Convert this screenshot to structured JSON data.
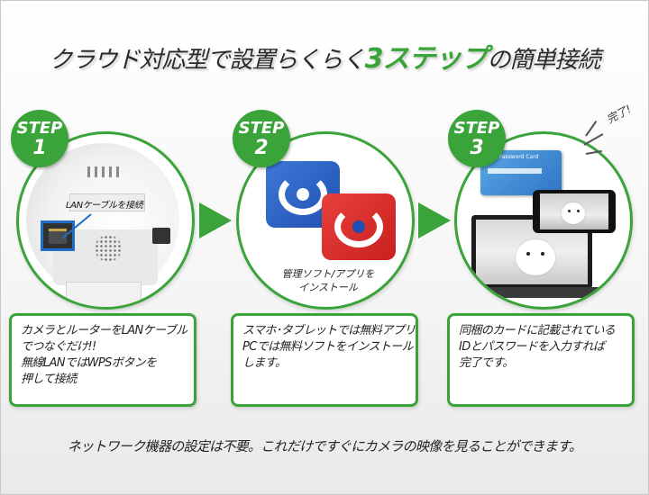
{
  "title": {
    "pre": "クラウド対応型で設置らくらく",
    "highlight": "3ステップ",
    "post": "の簡単接続"
  },
  "steps": [
    {
      "label": "STEP",
      "number": "1",
      "callout": "LANケーブルを接続",
      "lines": [
        "カメラとルーターをLANケーブル",
        "でつなぐだけ!!",
        "無線LANではWPSボタンを",
        "押して接続"
      ]
    },
    {
      "label": "STEP",
      "number": "2",
      "app_caption": [
        "管理ソフト/アプリを",
        "インストール"
      ],
      "lines": [
        "スマホ･タブレットでは無料アプリ",
        "PCでは無料ソフトをインストール",
        "します。"
      ]
    },
    {
      "label": "STEP",
      "number": "3",
      "card_text": "ID/Password Card",
      "lines": [
        "同梱のカードに記載されている",
        "IDとパスワードを入力すれば",
        "完了です。"
      ]
    }
  ],
  "complete_label": "完了!",
  "footer": "ネットワーク機器の設定は不要。これだけですぐにカメラの映像を見ることができます。",
  "colors": {
    "accent": "#3aa33a",
    "app_blue": "#1f4fb0",
    "app_red": "#c8201e",
    "cable_blue": "#1f6fc9"
  }
}
